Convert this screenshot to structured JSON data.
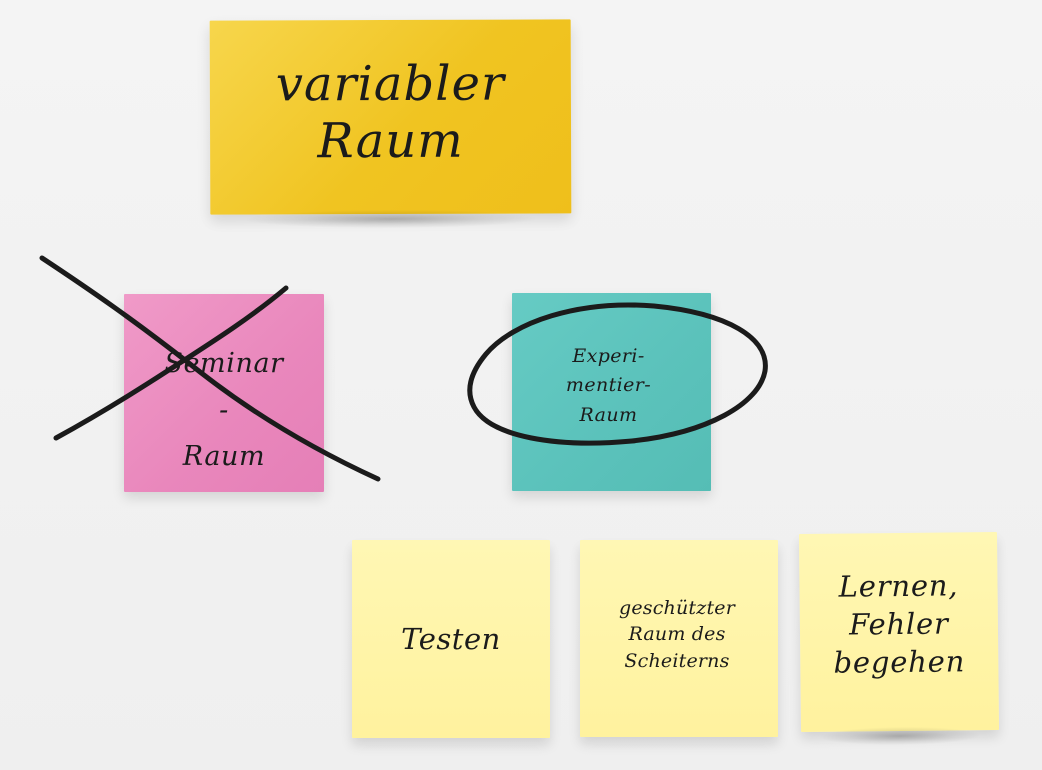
{
  "notes": {
    "top": {
      "text": "variabler\nRaum"
    },
    "pink": {
      "text": "Seminar\n-\nRaum"
    },
    "teal": {
      "text": "Experi-\nmentier-\nRaum"
    },
    "bottom_left": {
      "text": "Testen"
    },
    "bottom_middle": {
      "text": "geschützter\nRaum des\nScheiterns"
    },
    "bottom_right": {
      "text": "Lernen,\nFehler\nbegehen"
    }
  },
  "annotations": {
    "cross_mark": "cross-icon",
    "circle_mark": "ellipse-icon"
  },
  "colors": {
    "background": "#f1f1f1",
    "yellow": "#f1c321",
    "pink": "#e987bc",
    "teal": "#5bc2bb",
    "light_yellow": "#fff29e",
    "ink": "#1b1b1b"
  }
}
